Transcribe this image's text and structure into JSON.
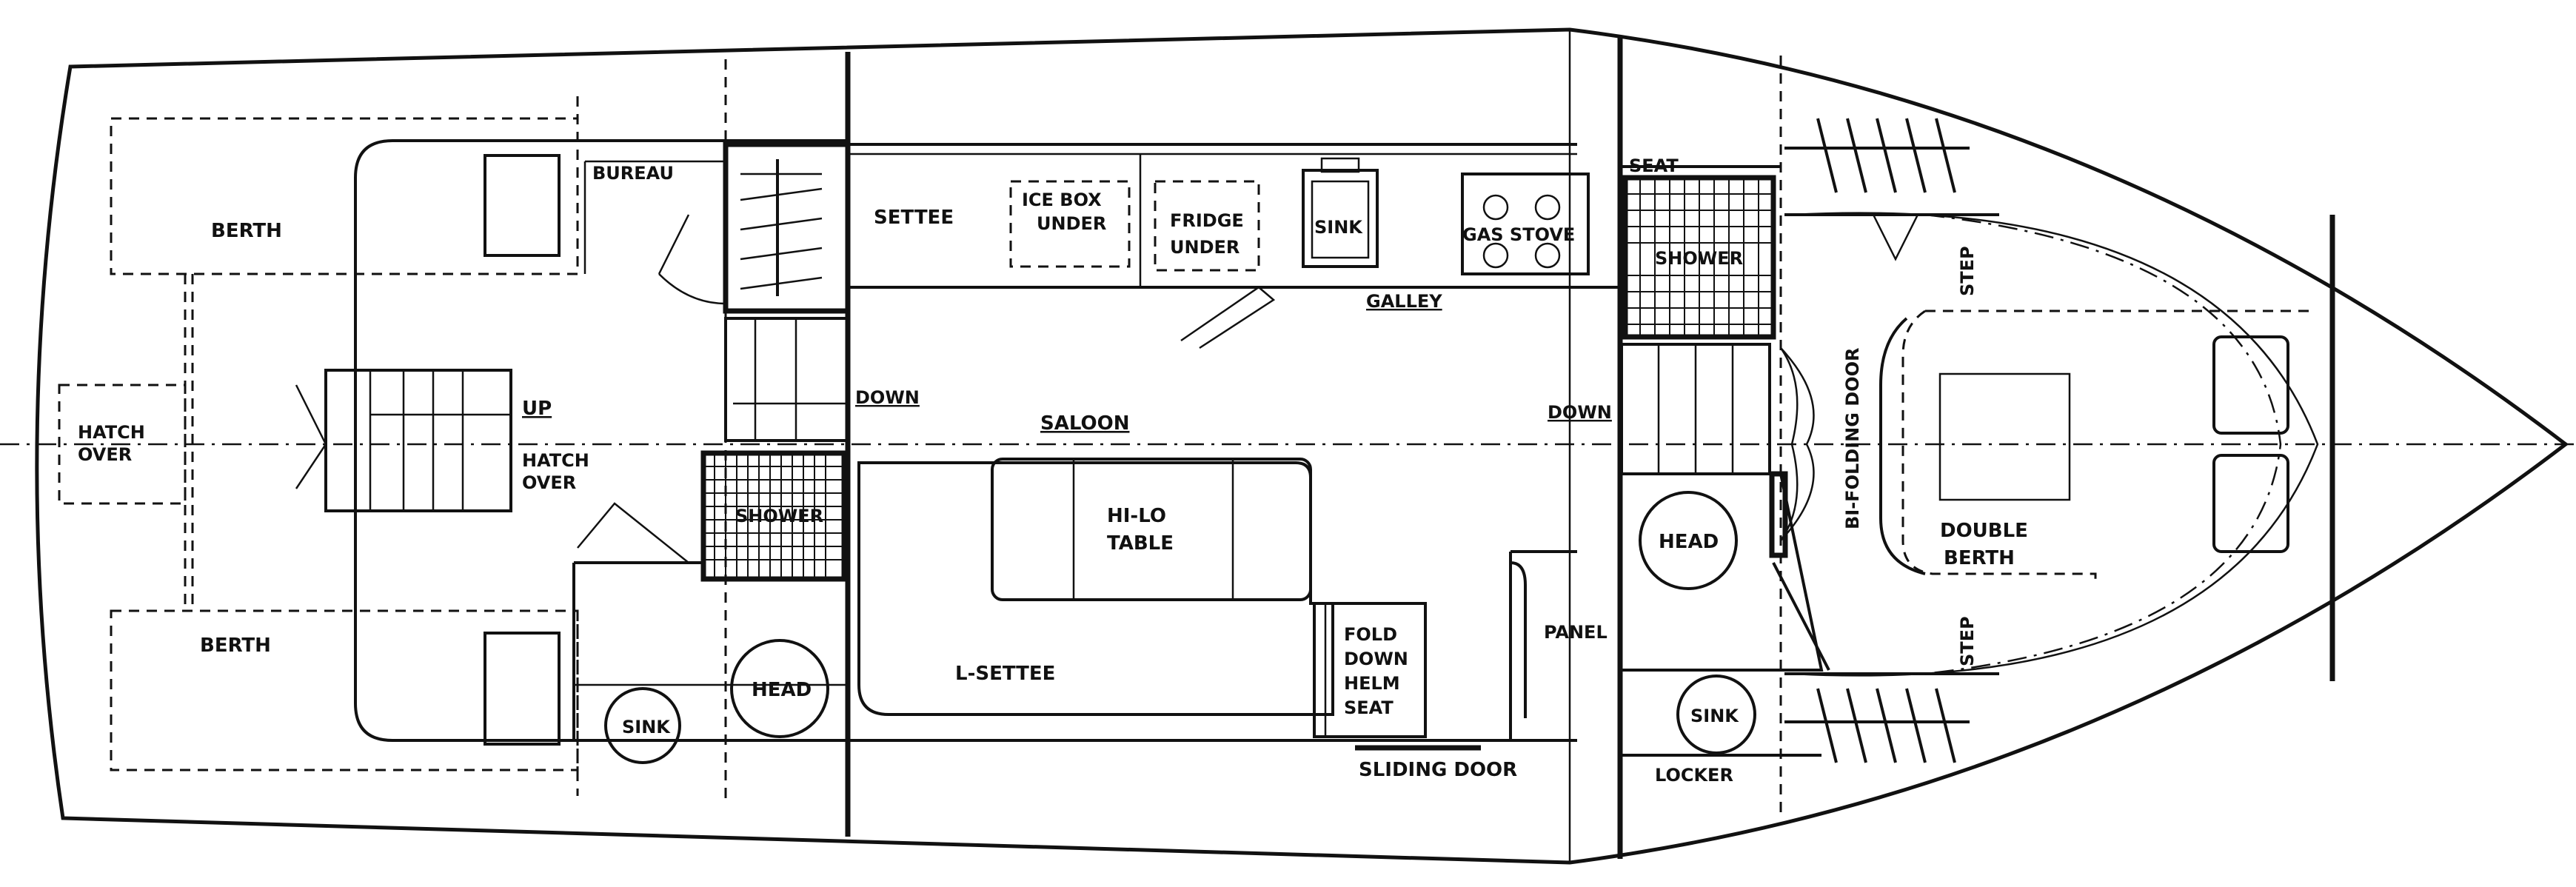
{
  "labels": {
    "berth_top": "BERTH",
    "berth_bottom": "BERTH",
    "hatch_over_left_1": "HATCH",
    "hatch_over_left_2": "OVER",
    "bureau": "BUREAU",
    "up": "UP",
    "hatch_over_mid_1": "HATCH",
    "hatch_over_mid_2": "OVER",
    "shower_aft": "SHOWER",
    "sink_aft": "SINK",
    "head_aft": "HEAD",
    "down_aft": "DOWN",
    "settee": "SETTEE",
    "ice_box_1": "ICE BOX",
    "ice_box_2": "UNDER",
    "fridge_1": "FRIDGE",
    "fridge_2": "UNDER",
    "sink_galley": "SINK",
    "gas_stove": "GAS STOVE",
    "galley": "GALLEY",
    "saloon": "SALOON",
    "hi_lo_1": "HI-LO",
    "hi_lo_2": "TABLE",
    "l_settee": "L-SETTEE",
    "helm_1": "FOLD",
    "helm_2": "DOWN",
    "helm_3": "HELM",
    "helm_4": "SEAT",
    "panel": "PANEL",
    "sliding_door": "SLIDING DOOR",
    "seat": "SEAT",
    "shower_fwd": "SHOWER",
    "down_fwd": "DOWN",
    "head_fwd": "HEAD",
    "sink_fwd": "SINK",
    "locker": "LOCKER",
    "bi_folding_door": "BI-FOLDING DOOR",
    "step_top": "STEP",
    "step_bottom": "STEP",
    "double_berth_1": "DOUBLE",
    "double_berth_2": "BERTH"
  }
}
